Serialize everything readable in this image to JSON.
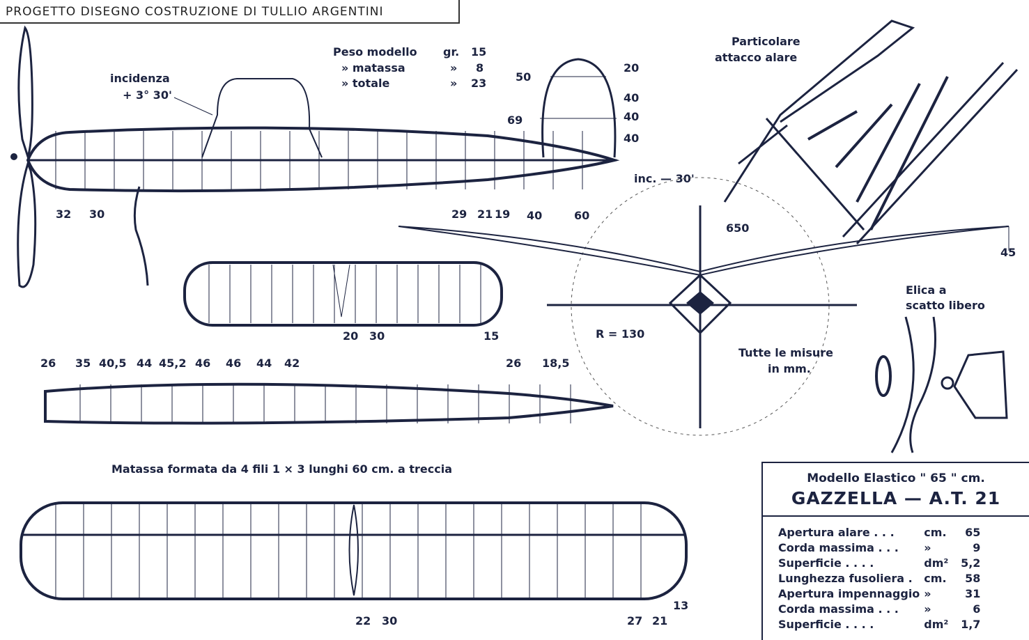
{
  "header": "PROGETTO DISEGNO COSTRUZIONE DI TULLIO ARGENTINI",
  "weights": [
    {
      "label": "Peso modello",
      "unit": "gr.",
      "value": "15"
    },
    {
      "label": "»   matassa",
      "unit": "»",
      "value": "8"
    },
    {
      "label": "»   totale",
      "unit": "»",
      "value": "23"
    }
  ],
  "incidence": {
    "label": "incidenza",
    "value": "+ 3° 30'"
  },
  "fin_dims": {
    "top_left": "50",
    "top_right": "20",
    "r1": "40",
    "r2": "40",
    "r3": "40",
    "left": "69",
    "incidence": "inc. — 30'"
  },
  "fuselage_stations": [
    "32",
    "30",
    "29",
    "21",
    "19",
    "40",
    "60"
  ],
  "detail_label": [
    "Particolare",
    "attacco alare"
  ],
  "front_view": {
    "span": "650",
    "dihedral": "45",
    "radius": "R = 130"
  },
  "note": [
    "Tutte le misure",
    "in mm."
  ],
  "prop_label": [
    "Elica a",
    "scatto libero"
  ],
  "stab_stations": [
    "20",
    "30",
    "15"
  ],
  "chords": [
    "26",
    "35",
    "40,5",
    "44",
    "45,2",
    "46",
    "46",
    "44",
    "42",
    "26",
    "18,5"
  ],
  "rubber_note": "Matassa formata da 4 fili 1 × 3 lunghi 60 cm. a treccia",
  "wing_stations": [
    "22",
    "30",
    "27",
    "21",
    "13"
  ],
  "spec": {
    "subtitle": "Modello Elastico \" 65 \" cm.",
    "title": "GAZZELLA — A.T. 21",
    "rows": [
      {
        "label": "Apertura alare . . .",
        "unit": "cm.",
        "value": "65"
      },
      {
        "label": "Corda massima . . .",
        "unit": "»",
        "value": "9"
      },
      {
        "label": "Superficie . . . .",
        "unit": "dm²",
        "value": "5,2"
      },
      {
        "label": "Lunghezza fusoliera .",
        "unit": "cm.",
        "value": "58"
      },
      {
        "label": "Apertura impennaggio",
        "unit": "»",
        "value": "31"
      },
      {
        "label": "Corda massima . . .",
        "unit": "»",
        "value": "6"
      },
      {
        "label": "Superficie . . . .",
        "unit": "dm²",
        "value": "1,7"
      }
    ]
  }
}
